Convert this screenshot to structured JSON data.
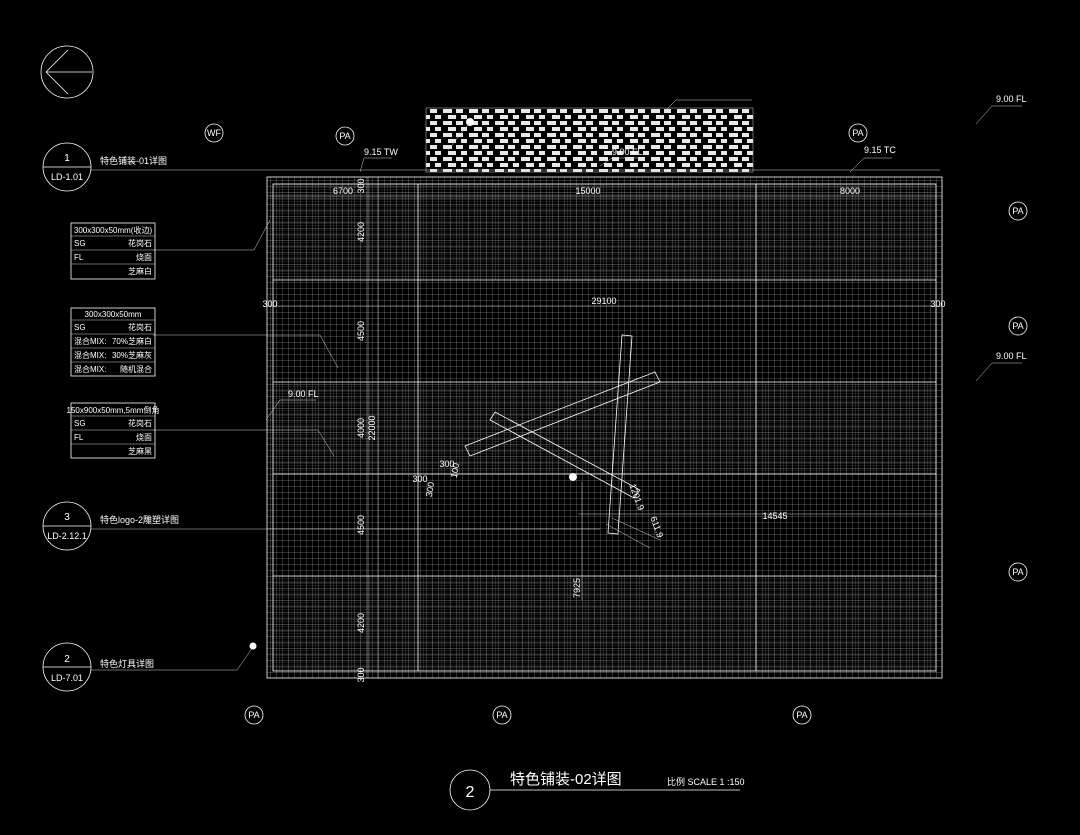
{
  "north_arrow": {
    "icon": "north-arrow-icon"
  },
  "callouts_left": [
    {
      "num": "1",
      "sheet": "LD-1.01",
      "label": "特色铺装-01详图"
    },
    {
      "num": "3",
      "sheet": "LD-2.12.1",
      "label": "特色logo-2雕塑详图"
    },
    {
      "num": "2",
      "sheet": "LD-7.01",
      "label": "特色灯具详图"
    }
  ],
  "wf_label": "WF",
  "pa_label": "PA",
  "elevations": {
    "tw": "9.15 TW",
    "tc": "9.15 TC",
    "fl_top": "9.00 FL",
    "fl_right_top": "9.00 FL",
    "fl_right_mid": "9.00 FL",
    "fl_left": "9.00 FL"
  },
  "material_tables": [
    {
      "title": "300x300x50mm(收边)",
      "rows": [
        [
          "SG",
          "花岗石"
        ],
        [
          "FL",
          "烧面"
        ],
        [
          "",
          "芝麻白"
        ]
      ]
    },
    {
      "title": "300x300x50mm",
      "rows": [
        [
          "SG",
          "花岗石"
        ],
        [
          "混合MIX:",
          "70%芝麻白"
        ],
        [
          "混合MIX:",
          "30%芝麻灰"
        ],
        [
          "混合MIX:",
          "随机混合"
        ]
      ]
    },
    {
      "title": "150x900x50mm,5mm倒角",
      "rows": [
        [
          "SG",
          "花岗石"
        ],
        [
          "FL",
          "烧面"
        ],
        [
          "",
          "芝麻黑"
        ]
      ]
    }
  ],
  "dimensions": {
    "top": [
      "6700",
      "15000",
      "8000"
    ],
    "overall_width": "29100",
    "edge_left": "300",
    "edge_right": "300",
    "vertical": [
      "300",
      "4200",
      "4500",
      "4000",
      "4500",
      "4200",
      "300"
    ],
    "overall_height": "22000",
    "logo": [
      "300",
      "300",
      "300",
      "100"
    ],
    "logo_detail": [
      "1201.9",
      "611.9"
    ],
    "right_offset": "14545",
    "center_offset": "7925"
  },
  "title_block": {
    "num": "2",
    "title": "特色铺装-02详图",
    "scale": "比例 SCALE 1 :150"
  }
}
